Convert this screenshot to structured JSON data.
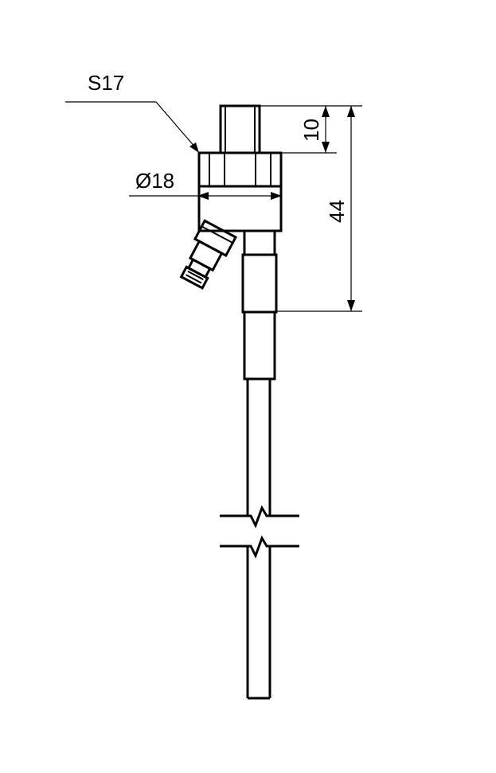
{
  "drawing": {
    "labels": {
      "wrench_size": "S17",
      "diameter": "Ø18",
      "thread_length": "10",
      "overall_length": "44"
    },
    "colors": {
      "line": "#000000",
      "background": "#ffffff"
    }
  }
}
